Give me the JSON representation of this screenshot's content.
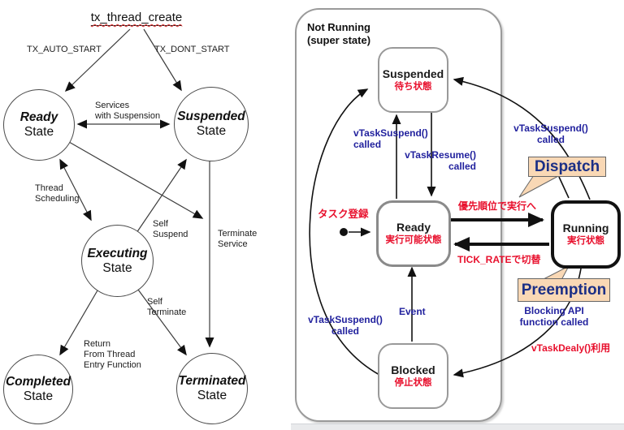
{
  "left": {
    "title": "tx_thread_create",
    "states": {
      "ready": {
        "name": "Ready",
        "type": "State"
      },
      "suspended": {
        "name": "Suspended",
        "type": "State"
      },
      "executing": {
        "name": "Executing",
        "type": "State"
      },
      "completed": {
        "name": "Completed",
        "type": "State"
      },
      "terminated": {
        "name": "Terminated",
        "type": "State"
      }
    },
    "labels": {
      "auto_start": "TX_AUTO_START",
      "dont_start": "TX_DONT_START",
      "services1": "Services",
      "services2": "with Suspension",
      "sched1": "Thread",
      "sched2": "Scheduling",
      "selfsus1": "Self",
      "selfsus2": "Suspend",
      "term1": "Terminate",
      "term2": "Service",
      "selfterm1": "Self",
      "selfterm2": "Terminate",
      "ret1": "Return",
      "ret2": "From Thread",
      "ret3": "Entry Function"
    }
  },
  "right": {
    "super1": "Not Running",
    "super2": "(super state)",
    "nodes": {
      "suspended": {
        "en": "Suspended",
        "ja": "待ち状態"
      },
      "ready": {
        "en": "Ready",
        "ja": "実行可能状態"
      },
      "running": {
        "en": "Running",
        "ja": "実行状態"
      },
      "blocked": {
        "en": "Blocked",
        "ja": "停止状態"
      }
    },
    "labels": {
      "suspend_left1": "vTaskSuspend()",
      "suspend_left2": "called",
      "resume1": "vTaskResume()",
      "resume2": "called",
      "suspend_right1": "vTaskSuspend()",
      "suspend_right2": "called",
      "suspend_bottom1": "vTaskSuspend()",
      "suspend_bottom2": "called",
      "task_register": "タスク登録",
      "priority_run": "優先順位で実行へ",
      "tick_rate": "TICK_RATEで切替",
      "event": "Event",
      "blocking1": "Blocking API",
      "blocking2": "function called",
      "vtaskdelay": "vTaskDealy()利用"
    },
    "callouts": {
      "dispatch": "Dispatch",
      "preemption": "Preemption"
    },
    "colors": {
      "red": "#e8102d",
      "blue": "#22229e",
      "callout_bg": "#f9d8b5",
      "callout_text": "#1b2f86"
    }
  }
}
